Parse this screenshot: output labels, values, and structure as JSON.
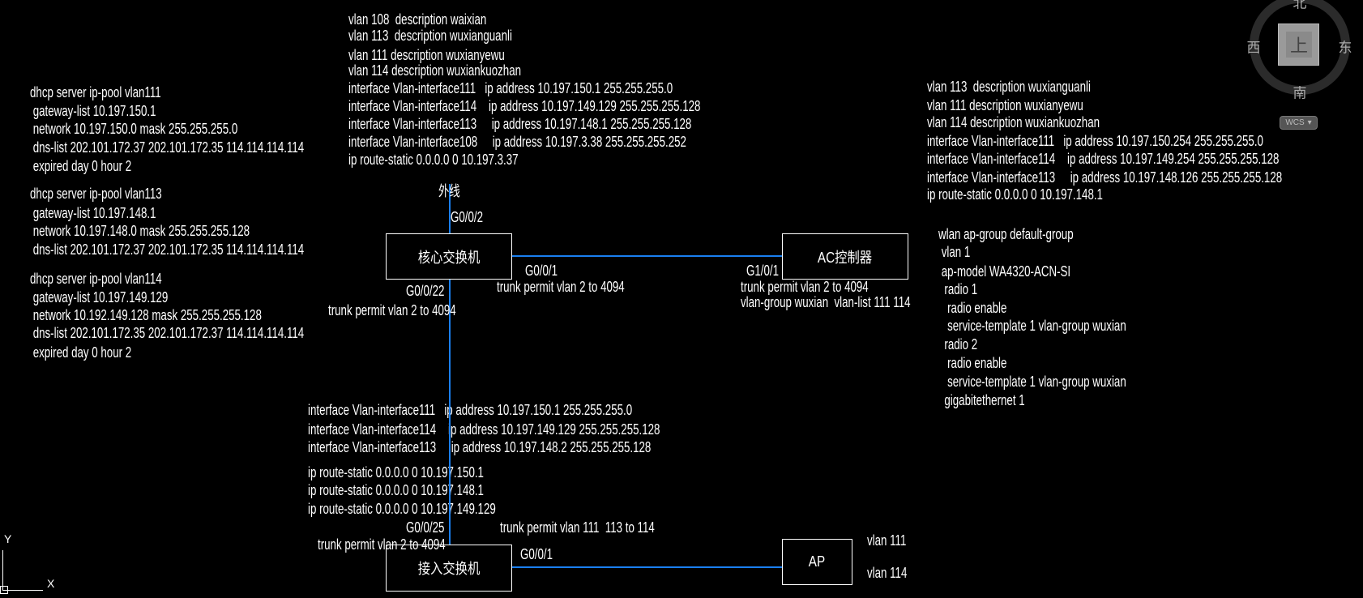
{
  "core_config": [
    "vlan 108  description waixian",
    "vlan 113  description wuxianguanli",
    "vlan 111 description wuxianyewu",
    "vlan 114 description wuxiankuozhan",
    "interface Vlan-interface111   ip address 10.197.150.1 255.255.255.0",
    "interface Vlan-interface114    ip address 10.197.149.129 255.255.255.128",
    "interface Vlan-interface113     ip address 10.197.148.1 255.255.255.128",
    "interface Vlan-interface108     ip address 10.197.3.38 255.255.255.252",
    "ip route-static 0.0.0.0 0 10.197.3.37"
  ],
  "dhcp_config": [
    "dhcp server ip-pool vlan111",
    " gateway-list 10.197.150.1",
    " network 10.197.150.0 mask 255.255.255.0",
    " dns-list 202.101.172.37 202.101.172.35 114.114.114.114",
    " expired day 0 hour 2",
    "dhcp server ip-pool vlan113",
    " gateway-list 10.197.148.1",
    " network 10.197.148.0 mask 255.255.255.128",
    " dns-list 202.101.172.37 202.101.172.35 114.114.114.114",
    "dhcp server ip-pool vlan114",
    " gateway-list 10.197.149.129",
    " network 10.192.149.128 mask 255.255.255.128",
    " dns-list 202.101.172.35 202.101.172.37 114.114.114.114",
    " expired day 0 hour 2"
  ],
  "ac_config": [
    "vlan 113  description wuxianguanli",
    "vlan 111 description wuxianyewu",
    "vlan 114 description wuxiankuozhan",
    "interface Vlan-interface111   ip address 10.197.150.254 255.255.255.0",
    "interface Vlan-interface114    ip address 10.197.149.254 255.255.255.128",
    "interface Vlan-interface113     ip address 10.197.148.126 255.255.255.128",
    "ip route-static 0.0.0.0 0 10.197.148.1"
  ],
  "ap_group_config": [
    "wlan ap-group default-group",
    " vlan 1",
    " ap-model WA4320-ACN-SI",
    "  radio 1",
    "   radio enable",
    "   service-template 1 vlan-group wuxian",
    "  radio 2",
    "   radio enable",
    "   service-template 1 vlan-group wuxian",
    "  gigabitethernet 1"
  ],
  "access_config": [
    "interface Vlan-interface111   ip address 10.197.150.1 255.255.255.0",
    "interface Vlan-interface114    ip address 10.197.149.129 255.255.255.128",
    "interface Vlan-interface113     ip address 10.197.148.2 255.255.255.128",
    "ip route-static 0.0.0.0 0 10.197.150.1",
    "ip route-static 0.0.0.0 0 10.197.148.1",
    "ip route-static 0.0.0.0 0 10.197.149.129"
  ],
  "devices": {
    "core": "核心交换机",
    "ac": "AC控制器",
    "access": "接入交换机",
    "ap": "AP"
  },
  "labels": {
    "external": "外线",
    "core_uplink_port": "G0/0/2",
    "core_ac_port": "G0/0/1",
    "core_ac_trunk": "trunk permit vlan 2 to 4094",
    "ac_port": "G1/0/1",
    "ac_trunk": "trunk permit vlan 2 to 4094",
    "ac_vlan_group": "vlan-group wuxian  vlan-list 111 114",
    "core_down_port": "G0/0/22",
    "core_down_trunk": "trunk permit vlan 2 to 4094",
    "access_up_port": "G0/0/25",
    "access_ap_trunk": "trunk permit vlan 111  113 to 114",
    "access_up_trunk": "trunk permit vlan 2 to 4094",
    "access_ap_port": "G0/0/1",
    "ap_vlan_1": "vlan 111",
    "ap_vlan_2": "vlan 114"
  },
  "viewcube": {
    "north": "北",
    "south": "南",
    "east": "东",
    "west": "西",
    "face": "上",
    "wcs_label": "WCS"
  },
  "ucs": {
    "x_label": "X",
    "y_label": "Y"
  },
  "colors": {
    "background": "#000000",
    "link": "#1a7ff0",
    "text": "#ffffff"
  }
}
